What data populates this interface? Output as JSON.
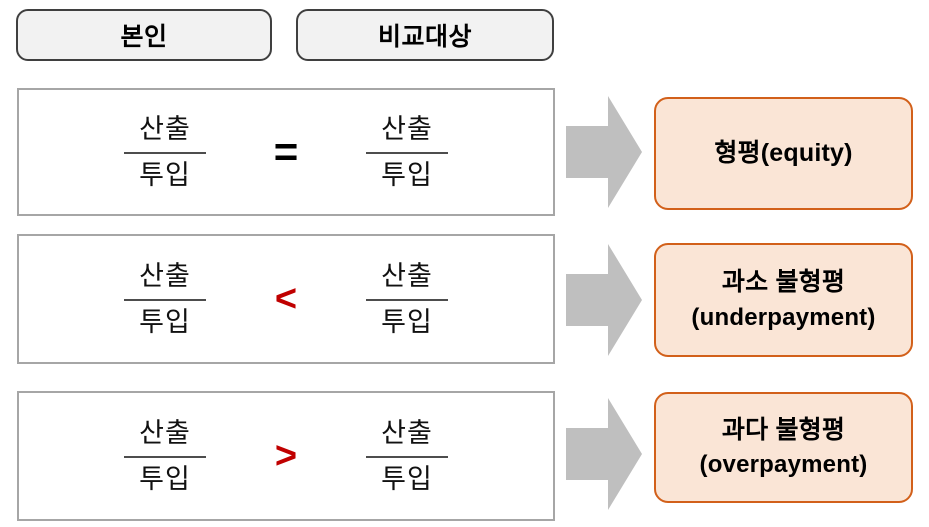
{
  "diagram": {
    "title": "equity-comparison-diagram",
    "colors": {
      "pill_fill": "#f2f2f2",
      "pill_border": "#3f3f3f",
      "box_border": "#a6a6a6",
      "box_fill": "#ffffff",
      "arrow_fill": "#bfbfbf",
      "result_fill": "#fae5d6",
      "result_border": "#d2601a",
      "operator_red": "#c00000",
      "operator_black": "#000000"
    }
  },
  "header": {
    "columns": [
      {
        "id": "self",
        "label": "본인"
      },
      {
        "id": "reference",
        "label": "비교대상"
      }
    ]
  },
  "rows": [
    {
      "id": "equity",
      "left": {
        "numerator": "산출",
        "denominator": "투입"
      },
      "operator": {
        "symbol": "=",
        "name": "equals-operator",
        "color": "#000000"
      },
      "right": {
        "numerator": "산출",
        "denominator": "투입"
      },
      "arrow": "right-arrow",
      "result": {
        "line1": "형평(equity)",
        "line2": ""
      }
    },
    {
      "id": "underpayment",
      "left": {
        "numerator": "산출",
        "denominator": "투입"
      },
      "operator": {
        "symbol": "<",
        "name": "less-than-operator",
        "color": "#c00000"
      },
      "right": {
        "numerator": "산출",
        "denominator": "투입"
      },
      "arrow": "right-arrow",
      "result": {
        "line1": "과소 불형평",
        "line2": "(underpayment)"
      }
    },
    {
      "id": "overpayment",
      "left": {
        "numerator": "산출",
        "denominator": "투입"
      },
      "operator": {
        "symbol": ">",
        "name": "greater-than-operator",
        "color": "#c00000"
      },
      "right": {
        "numerator": "산출",
        "denominator": "투입"
      },
      "arrow": "right-arrow",
      "result": {
        "line1": "과다 불형평",
        "line2": "(overpayment)"
      }
    }
  ]
}
